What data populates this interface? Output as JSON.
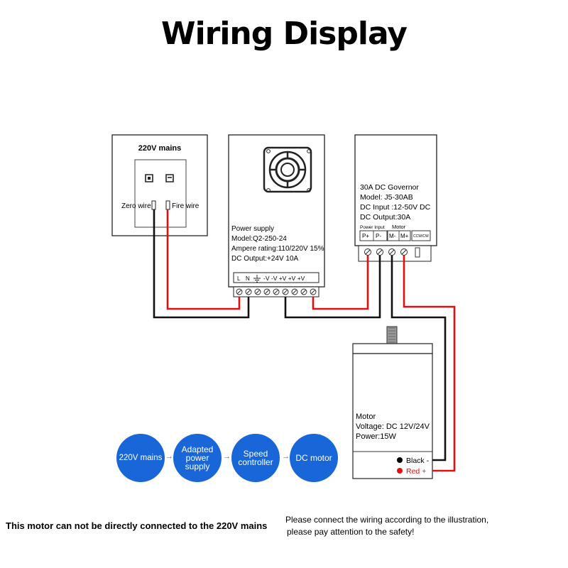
{
  "title": "Wiring Display",
  "socket": {
    "label": "220V mains",
    "zero": "Zero wire",
    "fire": "Fire wire"
  },
  "power_supply": {
    "line1": "Power supply",
    "line2": "Model:Q2-250-24",
    "line3": "Ampere rating:110/220V 15%",
    "line4": "DC Output:+24V 10A",
    "terminals": "-V -V +V +V +V",
    "l_label": "L",
    "n_label": "N"
  },
  "governor": {
    "line1": "30A DC Governor",
    "line2": "Model: J5-30AB",
    "line3": "DC Input :12-50V DC",
    "line4": "DC Output:30A",
    "power_input": "Power Input",
    "motor": "Motor",
    "p_plus": "P+",
    "p_minus": "P-",
    "m_minus": "M-",
    "m_plus": "M+",
    "ccw": "CCW/CW"
  },
  "motor": {
    "line1": "Motor",
    "line2": "Voltage: DC 12V/24V",
    "line3": "Power:15W",
    "black": "Black -",
    "red": "Red +"
  },
  "flow": {
    "step1": "220V mains",
    "step2a": "Adapted",
    "step2b": "power",
    "step2c": "supply",
    "step3a": "Speed",
    "step3b": "controller",
    "step4": "DC motor",
    "arrow": "→"
  },
  "footer": {
    "warning": "This motor can not be directly connected to the 220V mains",
    "note1": "Please connect the wiring according to the illustration,",
    "note2": "please pay attention to the safety!"
  },
  "colors": {
    "wire_black": "#111111",
    "wire_red": "#e01010",
    "circle": "#1866d8"
  }
}
